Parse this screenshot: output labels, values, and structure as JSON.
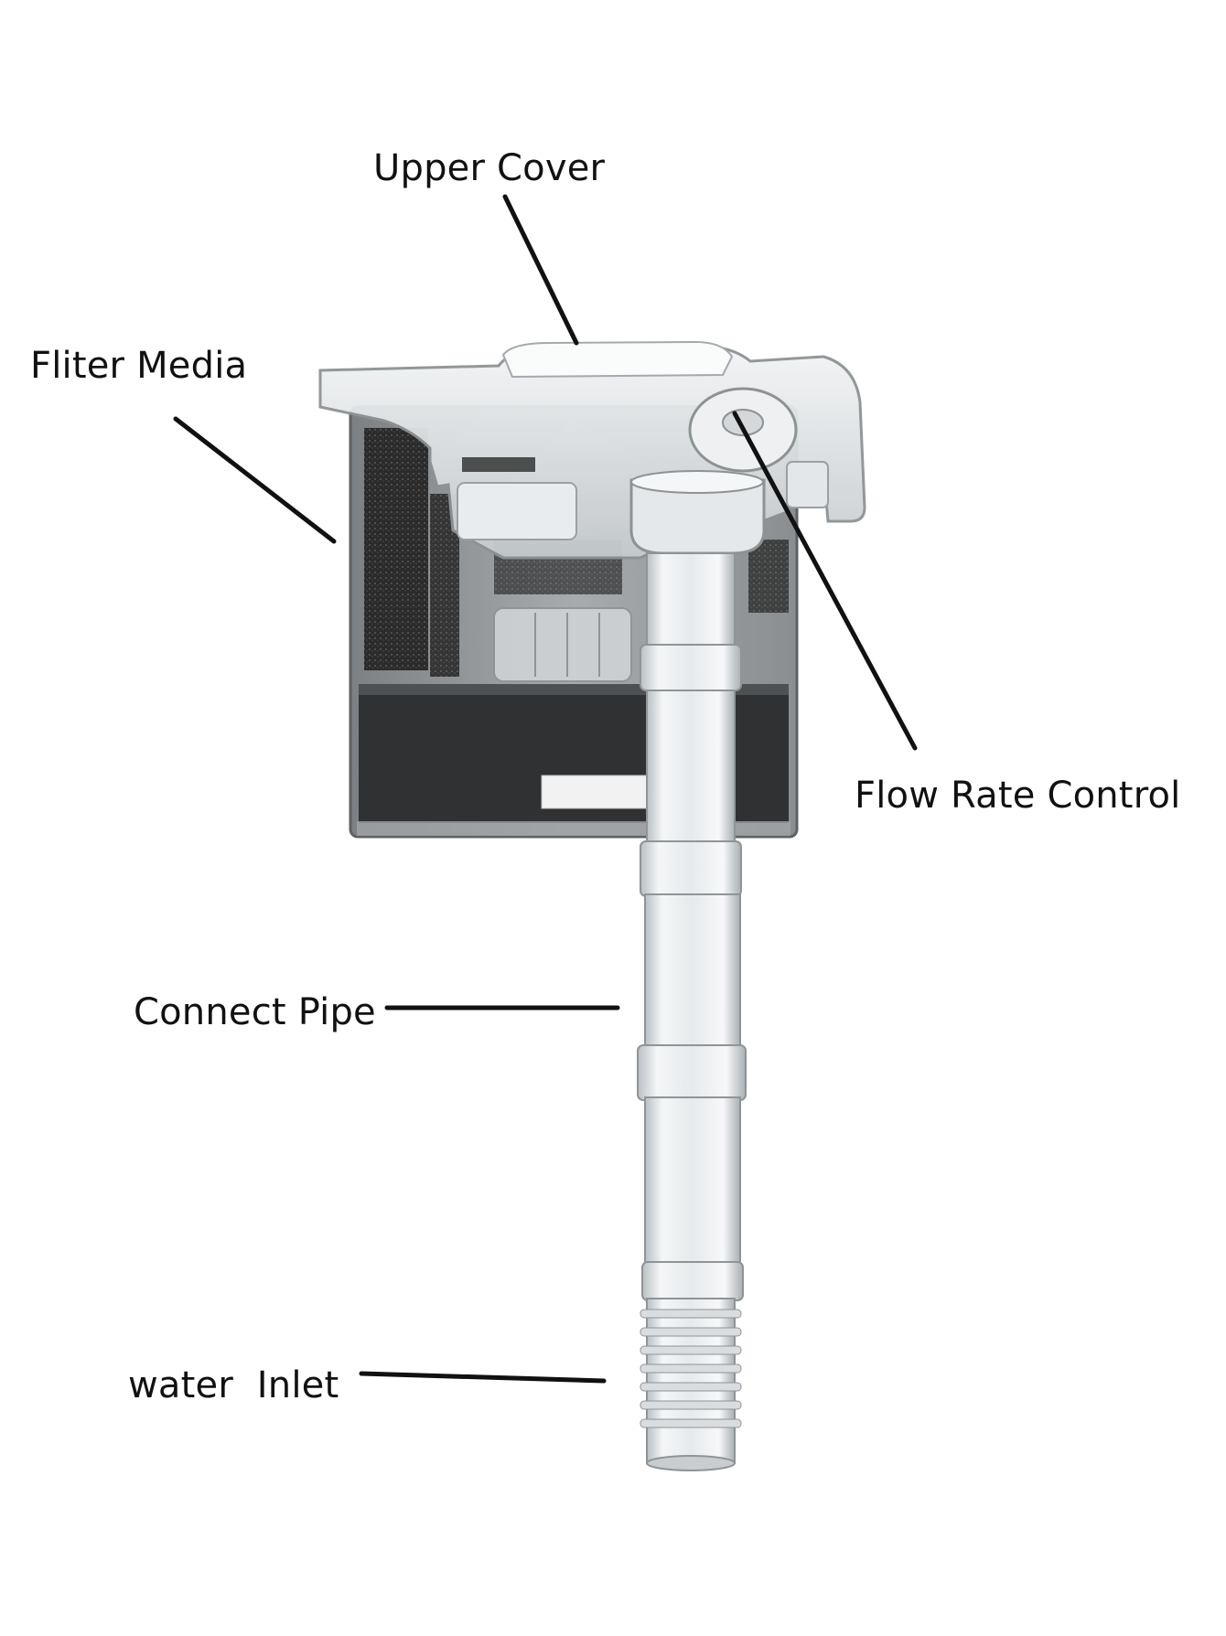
{
  "labels": {
    "upper_cover": "Upper Cover",
    "filter_media": "Fliter Media",
    "flow_rate_control": "Flow Rate Control",
    "connect_pipe": "Connect Pipe",
    "water_inlet": "water  Inlet"
  },
  "colors": {
    "background": "#ffffff",
    "text": "#111111",
    "leader_line": "#111111",
    "clear_plastic": "#dfe3e6",
    "filter_sponge": "#2a2a2a",
    "tank_body": "#6e7275"
  }
}
